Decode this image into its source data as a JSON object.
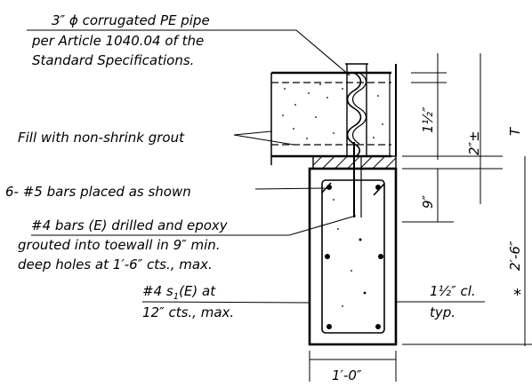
{
  "notes": {
    "pipe_line1": "3″ ϕ corrugated PE pipe",
    "pipe_line2": "per Article 1040.04 of the",
    "pipe_line3": "Standard Specifications.",
    "grout": "Fill with non-shrink grout",
    "bars": "6- #5 bars placed as shown",
    "e_line1": "#4 bars (E) drilled and epoxy",
    "e_line2": "grouted into toewall in 9″ min.",
    "e_line3": "deep holes at 1′-6″ cts., max.",
    "s_line1_a": "#4 s",
    "s_line1_sub": "1",
    "s_line1_b": "(E) at",
    "s_line2": "12″ cts., max.",
    "cl_line1": "1½″ cl.",
    "cl_line2": "typ."
  },
  "dims": {
    "d_1half": "1½″",
    "d_2": "2″±",
    "d_T": "T",
    "d_9": "9″",
    "d_2_6": "2′-6″",
    "d_star": "*",
    "d_1_0": "1′-0″"
  }
}
